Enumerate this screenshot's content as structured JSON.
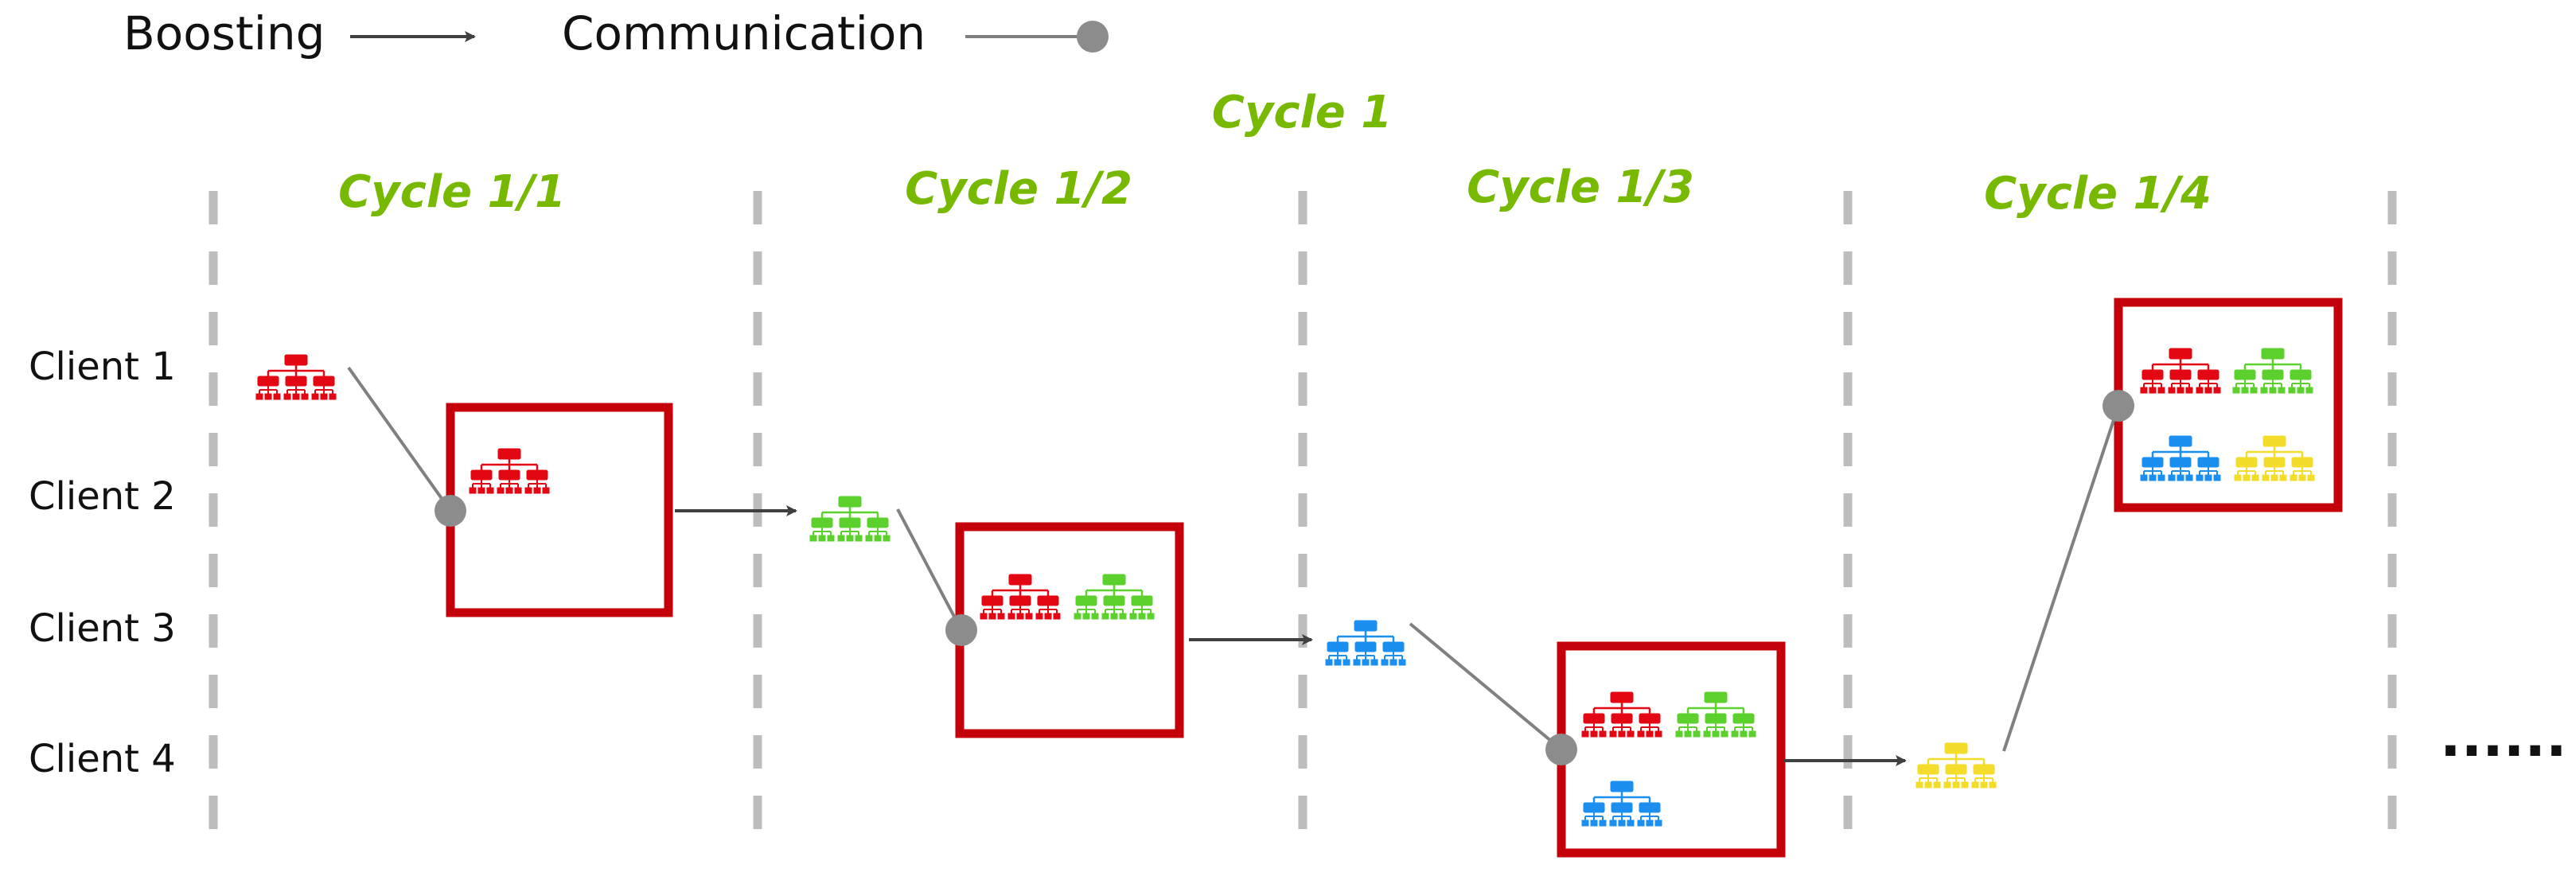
{
  "legend": {
    "boosting_label": "Boosting",
    "communication_label": "Communication"
  },
  "cycle": {
    "title": "Cycle 1",
    "subtitles": [
      "Cycle 1/1",
      "Cycle 1/2",
      "Cycle 1/3",
      "Cycle 1/4"
    ]
  },
  "clients": [
    "Client 1",
    "Client 2",
    "Client 3",
    "Client 4"
  ],
  "ellipsis": "......",
  "colors": {
    "accent_green_text": "#76b900",
    "tree_red": "#e30613",
    "tree_green": "#5cd12e",
    "tree_blue": "#1b8ff0",
    "tree_yellow": "#f4dc2a",
    "box_border": "#c4000b",
    "dash": "#bdbdbd",
    "arrow": "#404040",
    "comm_line": "#808080",
    "comm_dot": "#8c8c8c"
  },
  "icons": {
    "tree": "hierarchy-tree-icon",
    "arrow": "boosting-arrow-icon",
    "dot": "communication-dot-icon"
  }
}
